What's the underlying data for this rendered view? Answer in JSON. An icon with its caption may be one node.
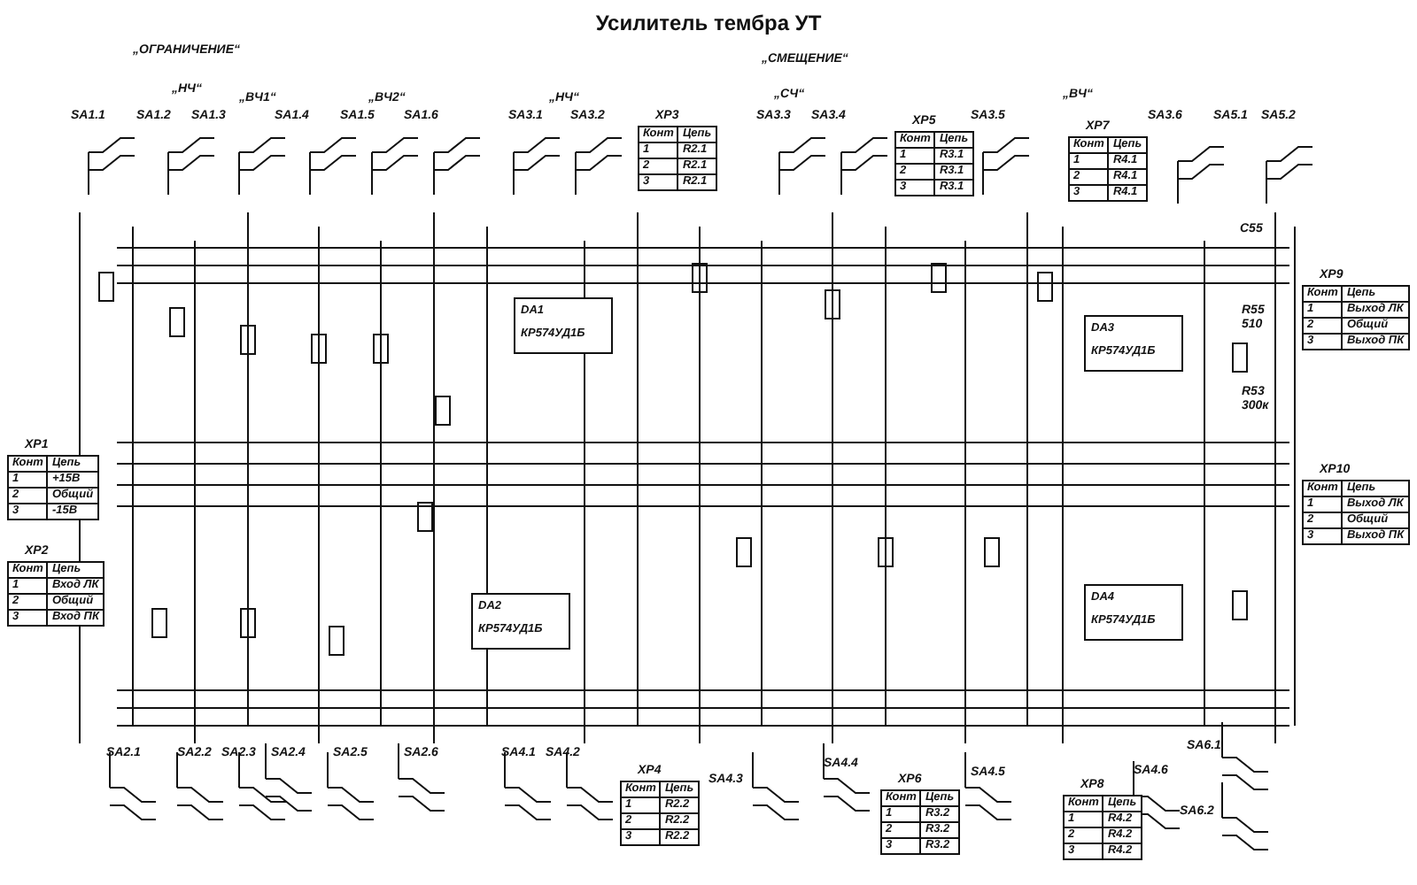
{
  "diagram": {
    "title": "Усилитель тембра УТ",
    "nodes": [
      {
        "text": [
          "XP3",
          "Конт",
          "Цепь",
          "1",
          "R2.1",
          "2",
          "R2.1",
          "3",
          "R2.1"
        ]
      },
      {
        "text": [
          "XP5",
          "Конт",
          "Цепь",
          "1",
          "R3.1",
          "2",
          "R3.1",
          "3",
          "R3.1"
        ]
      },
      {
        "text": [
          "XP7",
          "Конт",
          "Цепь",
          "1",
          "R4.1",
          "2",
          "R4.1",
          "3",
          "R4.1"
        ]
      },
      {
        "text": [
          "XP9",
          "Конт",
          "Цепь",
          "1",
          "Выход ЛК",
          "2",
          "Общий",
          "3",
          "Выход ПК"
        ]
      },
      {
        "text": [
          "DA1",
          "КР574УД1Б"
        ]
      },
      {
        "text": [
          "DA3",
          "КР574УД1Б"
        ]
      },
      {
        "text": [
          "XP1",
          "Конт",
          "Цепь",
          "1",
          "+15В",
          "2",
          "Общий",
          "3",
          "-15В"
        ]
      },
      {
        "text": [
          "XP10",
          "Конт",
          "Цепь",
          "1",
          "Выход ЛК",
          "2",
          "Общий",
          "3",
          "Выход ПК"
        ]
      },
      {
        "text": [
          "XP2",
          "Конт",
          "Цепь",
          "1",
          "Вход ЛК",
          "2",
          "Общий",
          "3",
          "Вход ПК"
        ]
      },
      {
        "text": [
          "DA2",
          "КР574УД1Б"
        ]
      },
      {
        "text": [
          "DA4",
          "КР574УД1Б"
        ]
      },
      {
        "text": [
          "XP4",
          "Конт",
          "Цепь",
          "1",
          "R2.2",
          "2",
          "R2.2",
          "3",
          "R2.2"
        ]
      },
      {
        "text": [
          "XP6",
          "Конт",
          "Цепь",
          "1",
          "R3.2",
          "2",
          "R3.2",
          "3",
          "R3.2"
        ]
      },
      {
        "text": [
          "XP8",
          "Конт",
          "Цепь",
          "1",
          "R4.2",
          "2",
          "R4.2",
          "3",
          "R4.2"
        ]
      }
    ],
    "labels": [
      "„ОГРАНИЧЕНИЕ“",
      "„СМЕЩЕНИЕ“",
      "„НЧ“",
      "„ВЧ1“",
      "„ВЧ2“",
      "„НЧ“",
      "„СЧ“",
      "„ВЧ“",
      "SA1.1",
      "SA1.2",
      "SA1.3",
      "SA1.4",
      "SA1.5",
      "SA1.6",
      "SA3.1",
      "SA3.2",
      "SA3.3",
      "SA3.4",
      "SA3.5",
      "SA3.6",
      "SA5.1",
      "SA5.2",
      "C55",
      "R55",
      "510",
      "R53",
      "300к",
      "SA2.1",
      "SA2.2",
      "SA2.3",
      "SA2.4",
      "SA2.5",
      "SA2.6",
      "SA4.1",
      "SA4.2",
      "SA4.3",
      "SA4.4",
      "SA4.5",
      "SA4.6",
      "SA6.1",
      "SA6.2"
    ]
  }
}
